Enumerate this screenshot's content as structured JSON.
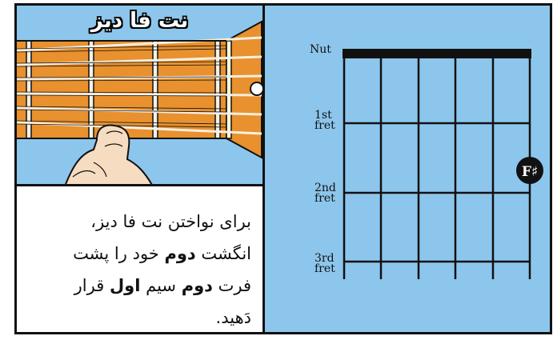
{
  "title": "نت فا دیز",
  "caption": {
    "line1": "برای نواختن نت فا دیز،",
    "line2_part1": "انگشت ",
    "line2_bold": "دوم",
    "line2_part2": " خود را پشت",
    "line3_part1": "فرت ",
    "line3_bold1": "دوم",
    "line3_part2": " سیم ",
    "line3_bold2": "اول",
    "line3_part3": " قرار",
    "line4": "دَهید."
  },
  "fretboard": {
    "nut_label": "Nut",
    "fret_labels": [
      {
        "top": "1st",
        "bottom": "fret"
      },
      {
        "top": "2nd",
        "bottom": "fret"
      },
      {
        "top": "3rd",
        "bottom": "fret"
      }
    ],
    "note_marker": {
      "label": "F♯",
      "string": 1,
      "fret": 2
    }
  },
  "colors": {
    "background_blue": "#8dc6ec",
    "wood": "#e8912e",
    "fret_metal": "#f4f0e6",
    "skin": "#f6dcc0"
  }
}
